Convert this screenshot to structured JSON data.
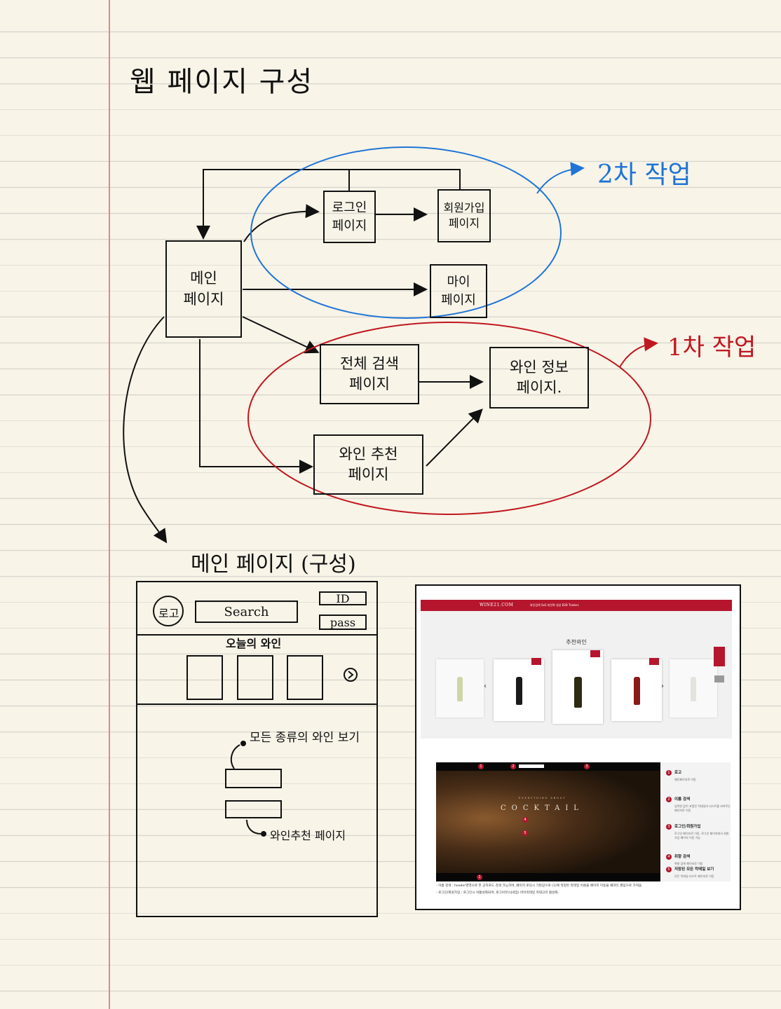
{
  "page": {
    "title": "웹 페이지 구성"
  },
  "diagram": {
    "boxes": {
      "main": [
        "메인",
        "페이지"
      ],
      "login": [
        "로그인",
        "페이지"
      ],
      "signup": [
        "회원가입",
        "페이지"
      ],
      "mypage": [
        "마이",
        "페이지"
      ],
      "search": [
        "전체 검색",
        "페이지"
      ],
      "recommend": [
        "와인 추천",
        "페이지"
      ],
      "wineinfo": [
        "와인 정보",
        "페이지."
      ]
    },
    "labels": {
      "phase2": "2차 작업",
      "phase1": "1차 작업"
    },
    "colors": {
      "phase2": "#1f74d6",
      "phase1": "#c0181f",
      "ink": "#111111",
      "margin_line": "#e3878a"
    }
  },
  "wireframe": {
    "title": "메인 페이지 (구성)",
    "logo": "로고",
    "search": "Search",
    "id": "ID",
    "pass": "pass",
    "today_wine": "오늘의 와인",
    "next_icon": "chevron-right-circle-icon",
    "all_wines_note": "모든 종류의 와인 보기",
    "recommend_note": "와인추천 페이지"
  },
  "screenshot_top": {
    "logo": "WINE21.COM",
    "nav": "와인검색   SoS   와인톡   영상   B2B Traders",
    "section_title": "추천와인",
    "prev_icon": "chevron-left-icon",
    "next_icon": "chevron-right-icon"
  },
  "screenshot_bottom": {
    "hero_text": "COCKTAIL",
    "hero_sub": "EVERYTHING ABOUT",
    "items": [
      {
        "num": "1",
        "title": "로고",
        "desc": "메인페이지로 이동"
      },
      {
        "num": "2",
        "title": "이름 검색",
        "desc": "입력한 값이 포함된 칵테일의 리스트를 보여주는 페이지로 이동"
      },
      {
        "num": "3",
        "title": "로그인/회원가입",
        "desc": "로그인 페이지로 이동, 로그인 페이지에서 회원가입 페이지 이동 가능"
      },
      {
        "num": "4",
        "title": "취향 검색",
        "desc": "취향 검색 페이지로 이동"
      },
      {
        "num": "5",
        "title": "저장된 모든 칵테일 보기",
        "desc": "모든 칵테일 리스트 페이지로 이동"
      }
    ],
    "caption_1": "- 이름 검색 : header영역으로 한 곳지로도 검색 가능하며, 페이지 로딩시 기본값으로 (1)에 적정된 칵테일 이름을 페이지 이동을 때마다 랜덤으로 가져옴",
    "caption_2": "- 로그인/회원가입 : 로그인시 비활성화되며, 로그아웃(닉네임) 마이칵테일 카테고리 활성화."
  }
}
